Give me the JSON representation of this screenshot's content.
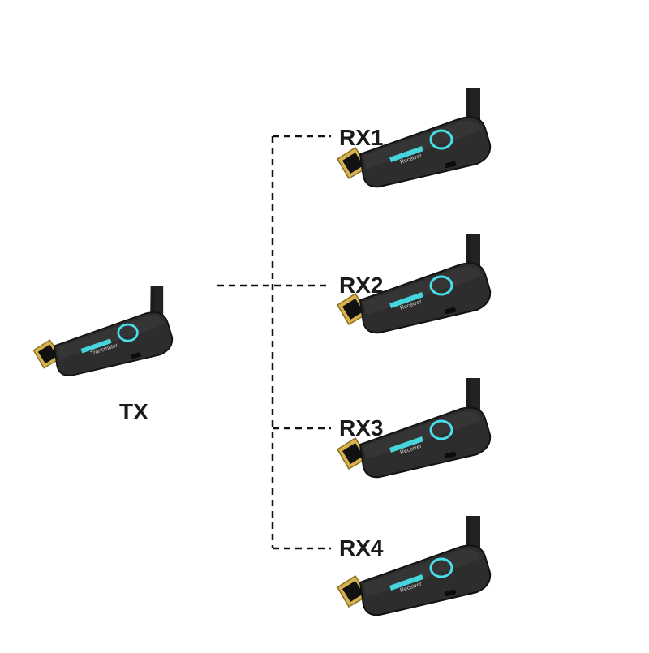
{
  "transmitter": {
    "label": "TX",
    "device_text": "Transmitter",
    "icon": "hdmi-transmitter-dongle"
  },
  "receivers": [
    {
      "label": "RX1",
      "device_text": "Receiver",
      "icon": "hdmi-receiver-dongle"
    },
    {
      "label": "RX2",
      "device_text": "Receiver",
      "icon": "hdmi-receiver-dongle"
    },
    {
      "label": "RX3",
      "device_text": "Receiver",
      "icon": "hdmi-receiver-dongle"
    },
    {
      "label": "RX4",
      "device_text": "Receiver",
      "icon": "hdmi-receiver-dongle"
    }
  ],
  "colors": {
    "body": "#2b2b2b",
    "body_edge": "#111111",
    "accent_cyan": "#3fd6e0",
    "connector_gold": "#c9a646",
    "line": "#111111"
  }
}
